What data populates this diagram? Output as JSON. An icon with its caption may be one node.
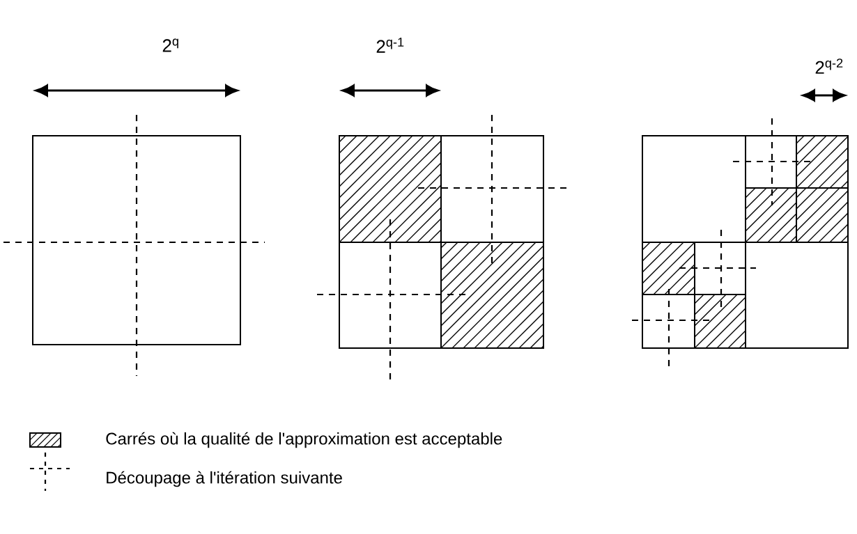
{
  "diagram": {
    "labels": [
      "2$^{q}$",
      "2$^{q-1}$",
      "2$^{q-2}$"
    ],
    "legend": [
      {
        "text": "Carrés où la qualité de l'approximation est acceptable"
      },
      {
        "text": "Découpage à l'itération suivante"
      }
    ]
  }
}
